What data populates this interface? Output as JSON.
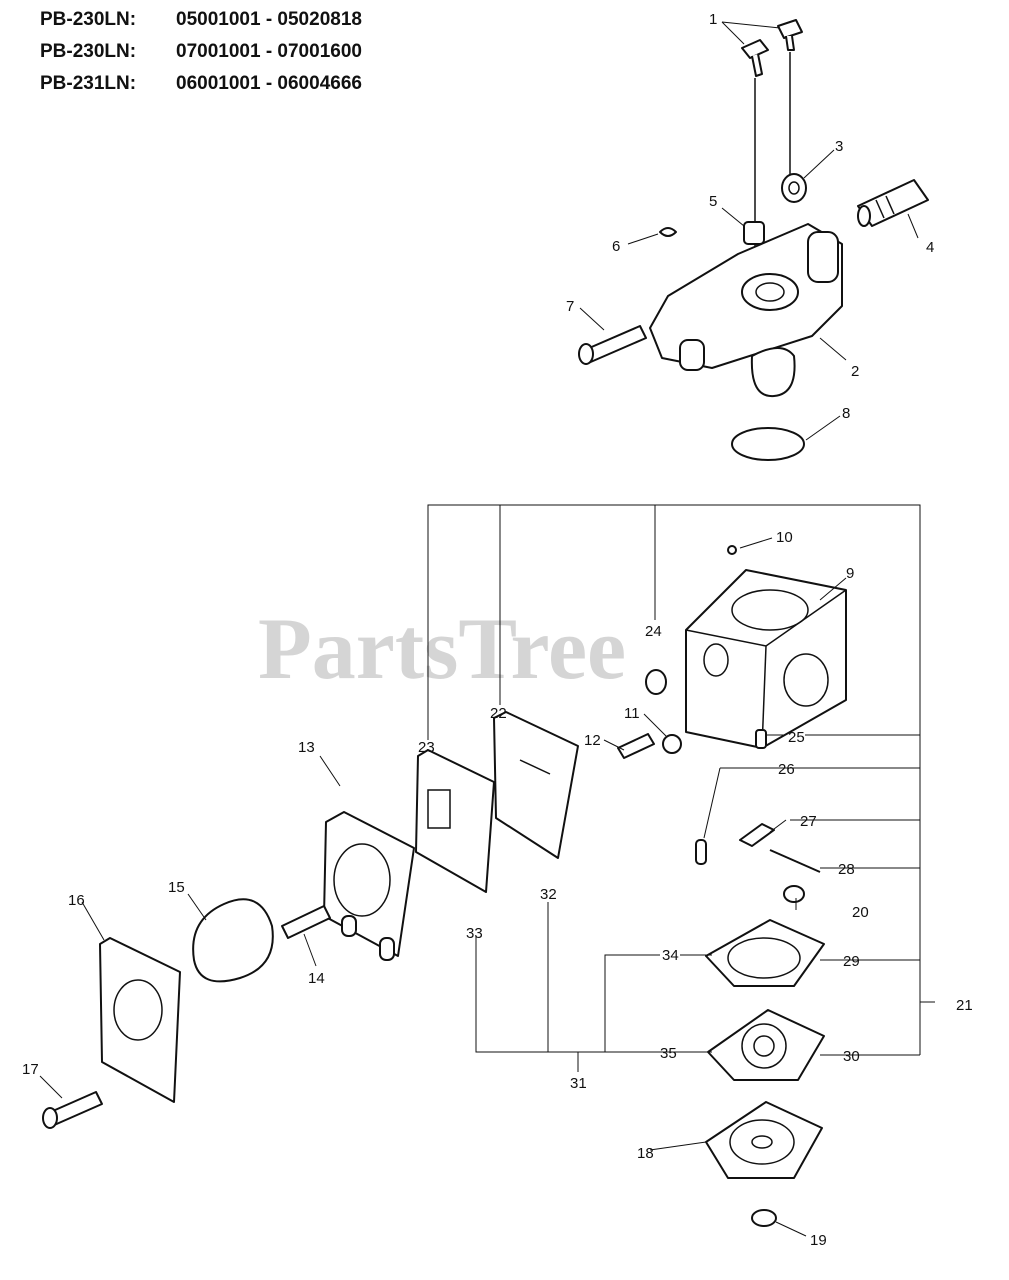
{
  "header": {
    "rows": [
      {
        "model": "PB-230LN:",
        "range": "05001001 - 05020818"
      },
      {
        "model": "PB-230LN:",
        "range": "07001001 - 07001600"
      },
      {
        "model": "PB-231LN:",
        "range": "06001001 - 06004666"
      }
    ]
  },
  "watermark": "PartsTree",
  "callouts": [
    "1",
    "2",
    "3",
    "4",
    "5",
    "6",
    "7",
    "8",
    "9",
    "10",
    "11",
    "12",
    "13",
    "14",
    "15",
    "16",
    "17",
    "18",
    "19",
    "20",
    "21",
    "22",
    "23",
    "24",
    "25",
    "26",
    "27",
    "28",
    "29",
    "30",
    "31",
    "32",
    "33",
    "34",
    "35"
  ]
}
